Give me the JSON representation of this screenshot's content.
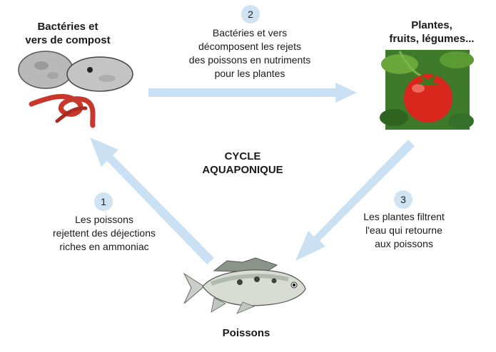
{
  "title": [
    "CYCLE",
    "AQUAPONIQUE"
  ],
  "nodes": {
    "bacteria": {
      "label": [
        "Bactéries et",
        "vers de compost"
      ]
    },
    "plants": {
      "label": [
        "Plantes,",
        "fruits, légumes..."
      ]
    },
    "fish": {
      "label": [
        "Poissons"
      ]
    }
  },
  "steps": [
    {
      "number": "1",
      "text": [
        "Les poissons",
        "rejettent des déjections",
        "riches en ammoniac"
      ]
    },
    {
      "number": "2",
      "text": [
        "Bactéries et vers",
        "décomposent les rejets",
        "des poissons en nutriments",
        "pour les plantes"
      ]
    },
    {
      "number": "3",
      "text": [
        "Les plantes filtrent",
        "l'eau qui retourne",
        "aux poissons"
      ]
    }
  ],
  "colors": {
    "arrow": "#c9e1f2",
    "badge": "#cfe3f3",
    "tomato": "#d8261c",
    "leaves": "#4f8a2c"
  }
}
